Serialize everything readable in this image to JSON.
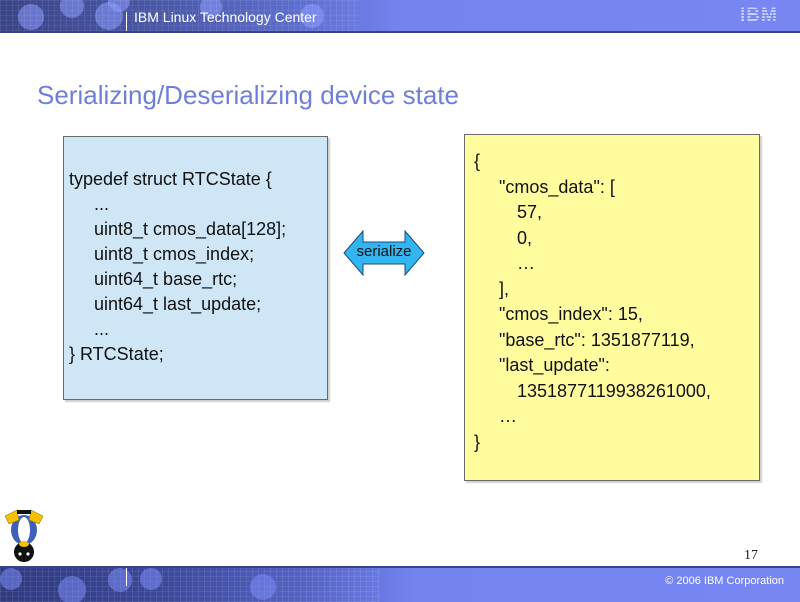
{
  "header": {
    "title": "IBM Linux Technology Center",
    "logo": "IBM"
  },
  "slide": {
    "title": "Serializing/Deserializing device state",
    "page_number": "17"
  },
  "struct_box": {
    "lines": [
      "typedef struct RTCState {",
      "...",
      "uint8_t cmos_data[128];",
      "uint8_t cmos_index;",
      "uint64_t base_rtc;",
      "uint64_t last_update;",
      "...",
      "} RTCState;"
    ],
    "color": "#cfe6f6"
  },
  "arrow": {
    "label": "serialize",
    "icon": "double-headed-arrow-icon",
    "color": "#33b5f0"
  },
  "json_box": {
    "lines": [
      "{",
      "\"cmos_data\": [",
      "57,",
      "0,",
      "…",
      "],",
      "\"cmos_index\": 15,",
      "\"base_rtc\": 1351877119,",
      "\"last_update\":",
      "1351877119938261000,",
      "…",
      "}"
    ],
    "color": "#fffc9e"
  },
  "footer": {
    "copyright": "© 2006 IBM Corporation"
  },
  "colors": {
    "title": "#6e7fd8",
    "band": "#7886f2"
  }
}
